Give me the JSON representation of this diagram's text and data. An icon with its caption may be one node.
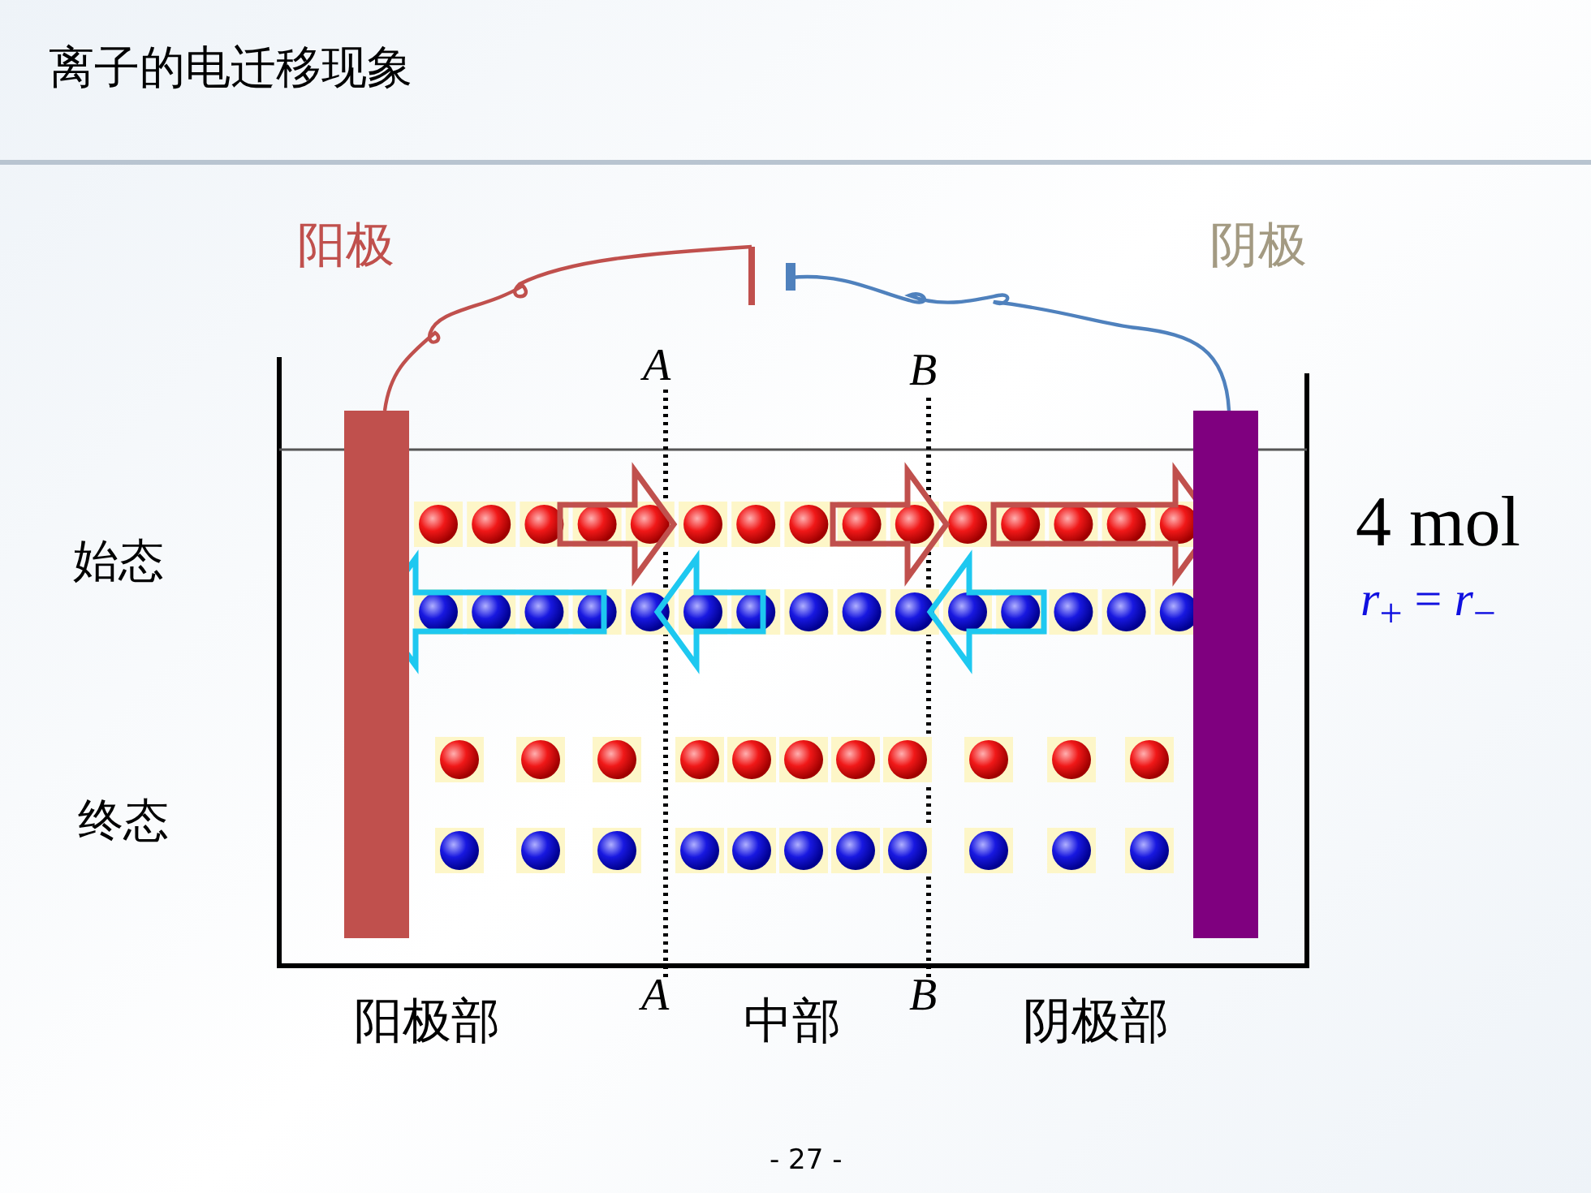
{
  "diagram": {
    "title": "离子的电迁移现象",
    "nodes": [
      {
        "text": [],
        "shape": "battery"
      },
      {
        "text": [],
        "shape": "bar"
      },
      {
        "text": [],
        "shape": "bar"
      }
    ],
    "edges": [
      {
        "from": 0,
        "to": 1,
        "arrow": "none",
        "color": "#c0504d"
      },
      {
        "from": 0,
        "to": 2,
        "arrow": "none",
        "color": "#4f81bd"
      }
    ],
    "labels": [
      "阳极",
      "阴极",
      "A",
      "B",
      "4 mol",
      "*r*$_{+}$ = *r*$_{−}$",
      "始态",
      "终态",
      "阳极部",
      "A",
      "中部",
      "B",
      "阴极部",
      "- 27 -"
    ]
  }
}
